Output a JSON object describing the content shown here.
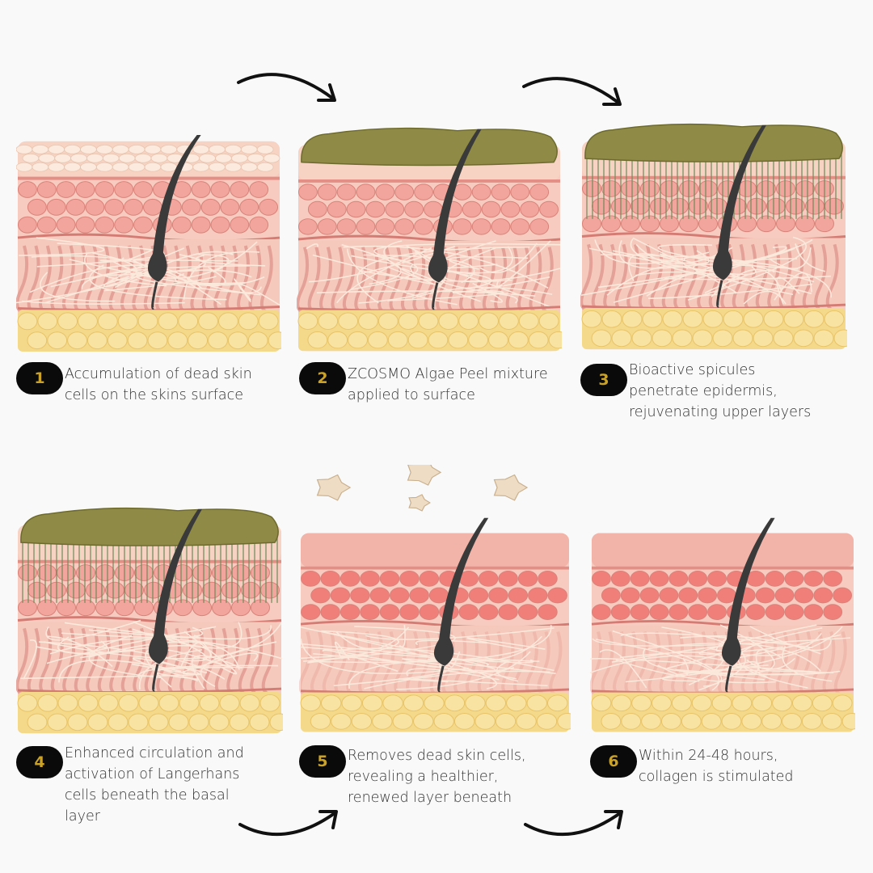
{
  "steps": [
    {
      "number": "1",
      "lines": [
        "Accumulation of dead skin",
        "cells on the skins surface"
      ]
    },
    {
      "number": "2",
      "lines": [
        "ZCOSMO Algae Peel mixture",
        "applied to  surface"
      ]
    },
    {
      "number": "3",
      "lines": [
        "Bioactive spicules",
        "penetrate epidermis,",
        "rejuvenating upper layers"
      ]
    },
    {
      "number": "4",
      "lines": [
        "Enhanced circulation and",
        "activation of Langerhans",
        "cells beneath the basal",
        "layer"
      ]
    },
    {
      "number": "5",
      "lines": [
        "Removes dead skin cells,",
        "revealing a healthier,",
        "renewed layer beneath"
      ]
    },
    {
      "number": "6",
      "lines": [
        "Within 24-48 hours,",
        "collagen is stimulated"
      ]
    }
  ],
  "colors": {
    "badge": "#0a0a0a",
    "badge_number": "#c9a227",
    "algae": "#8f8a45",
    "fat": "#f5d98a",
    "epidermis": "#f0a39b",
    "hair": "#3a3a3a"
  }
}
